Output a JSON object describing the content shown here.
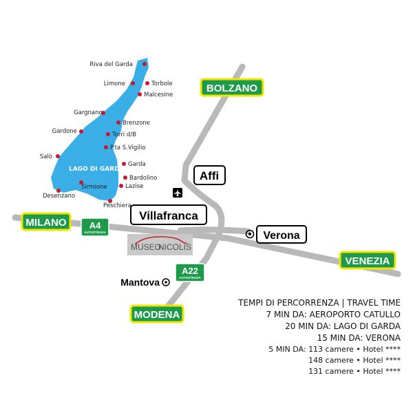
{
  "lake": {
    "label": "LAGO DI GARDA",
    "color": "#3aaee6",
    "towns": [
      "Riva del Garda",
      "Torbole",
      "Limone",
      "Malcesine",
      "Gargnano",
      "Brenzone",
      "Gardone",
      "Torri d/B",
      "P.ta S.Vigilio",
      "Salò",
      "Garda",
      "Bardolino",
      "Sirmione",
      "Lazise",
      "Desenzano",
      "Peschiera"
    ]
  },
  "road_signs": {
    "bolzano": "BOLZANO",
    "milano": "MILANO",
    "venezia": "VENEZIA",
    "modena": "MODENA"
  },
  "cities": {
    "affi": "Affi",
    "villafranca": "Villafranca",
    "verona": "Verona",
    "mantova": "Mantova"
  },
  "highways": {
    "a4": {
      "num": "A4",
      "sub": "AUTOSTRADA"
    },
    "a22": {
      "num": "A22",
      "sub": "AUTOSTRADA"
    }
  },
  "museum": {
    "part1": "MUSEO",
    "part2": "NICOLIS"
  },
  "info": {
    "heading": "TEMPI DI PERCORRENZA | TRAVEL TIME",
    "lines": [
      "7 MIN DA: AEROPORTO CATULLO",
      "20 MIN DA: LAGO DI GARDA",
      "15 MIN DA: VERONA",
      "5 MIN DA: 113 camere • Hotel ****",
      "148 camere • Hotel ****",
      "131 camere • Hotel ****"
    ]
  },
  "colors": {
    "sign_green": "#1e9a4b",
    "sign_border": "#f2e600",
    "road": "#b9b9b9",
    "dot": "#d0152a",
    "museum_bg": "#c9c9c9",
    "museum_red": "#c0272d"
  },
  "icons": [
    "airplane-icon",
    "city-target-icon"
  ]
}
